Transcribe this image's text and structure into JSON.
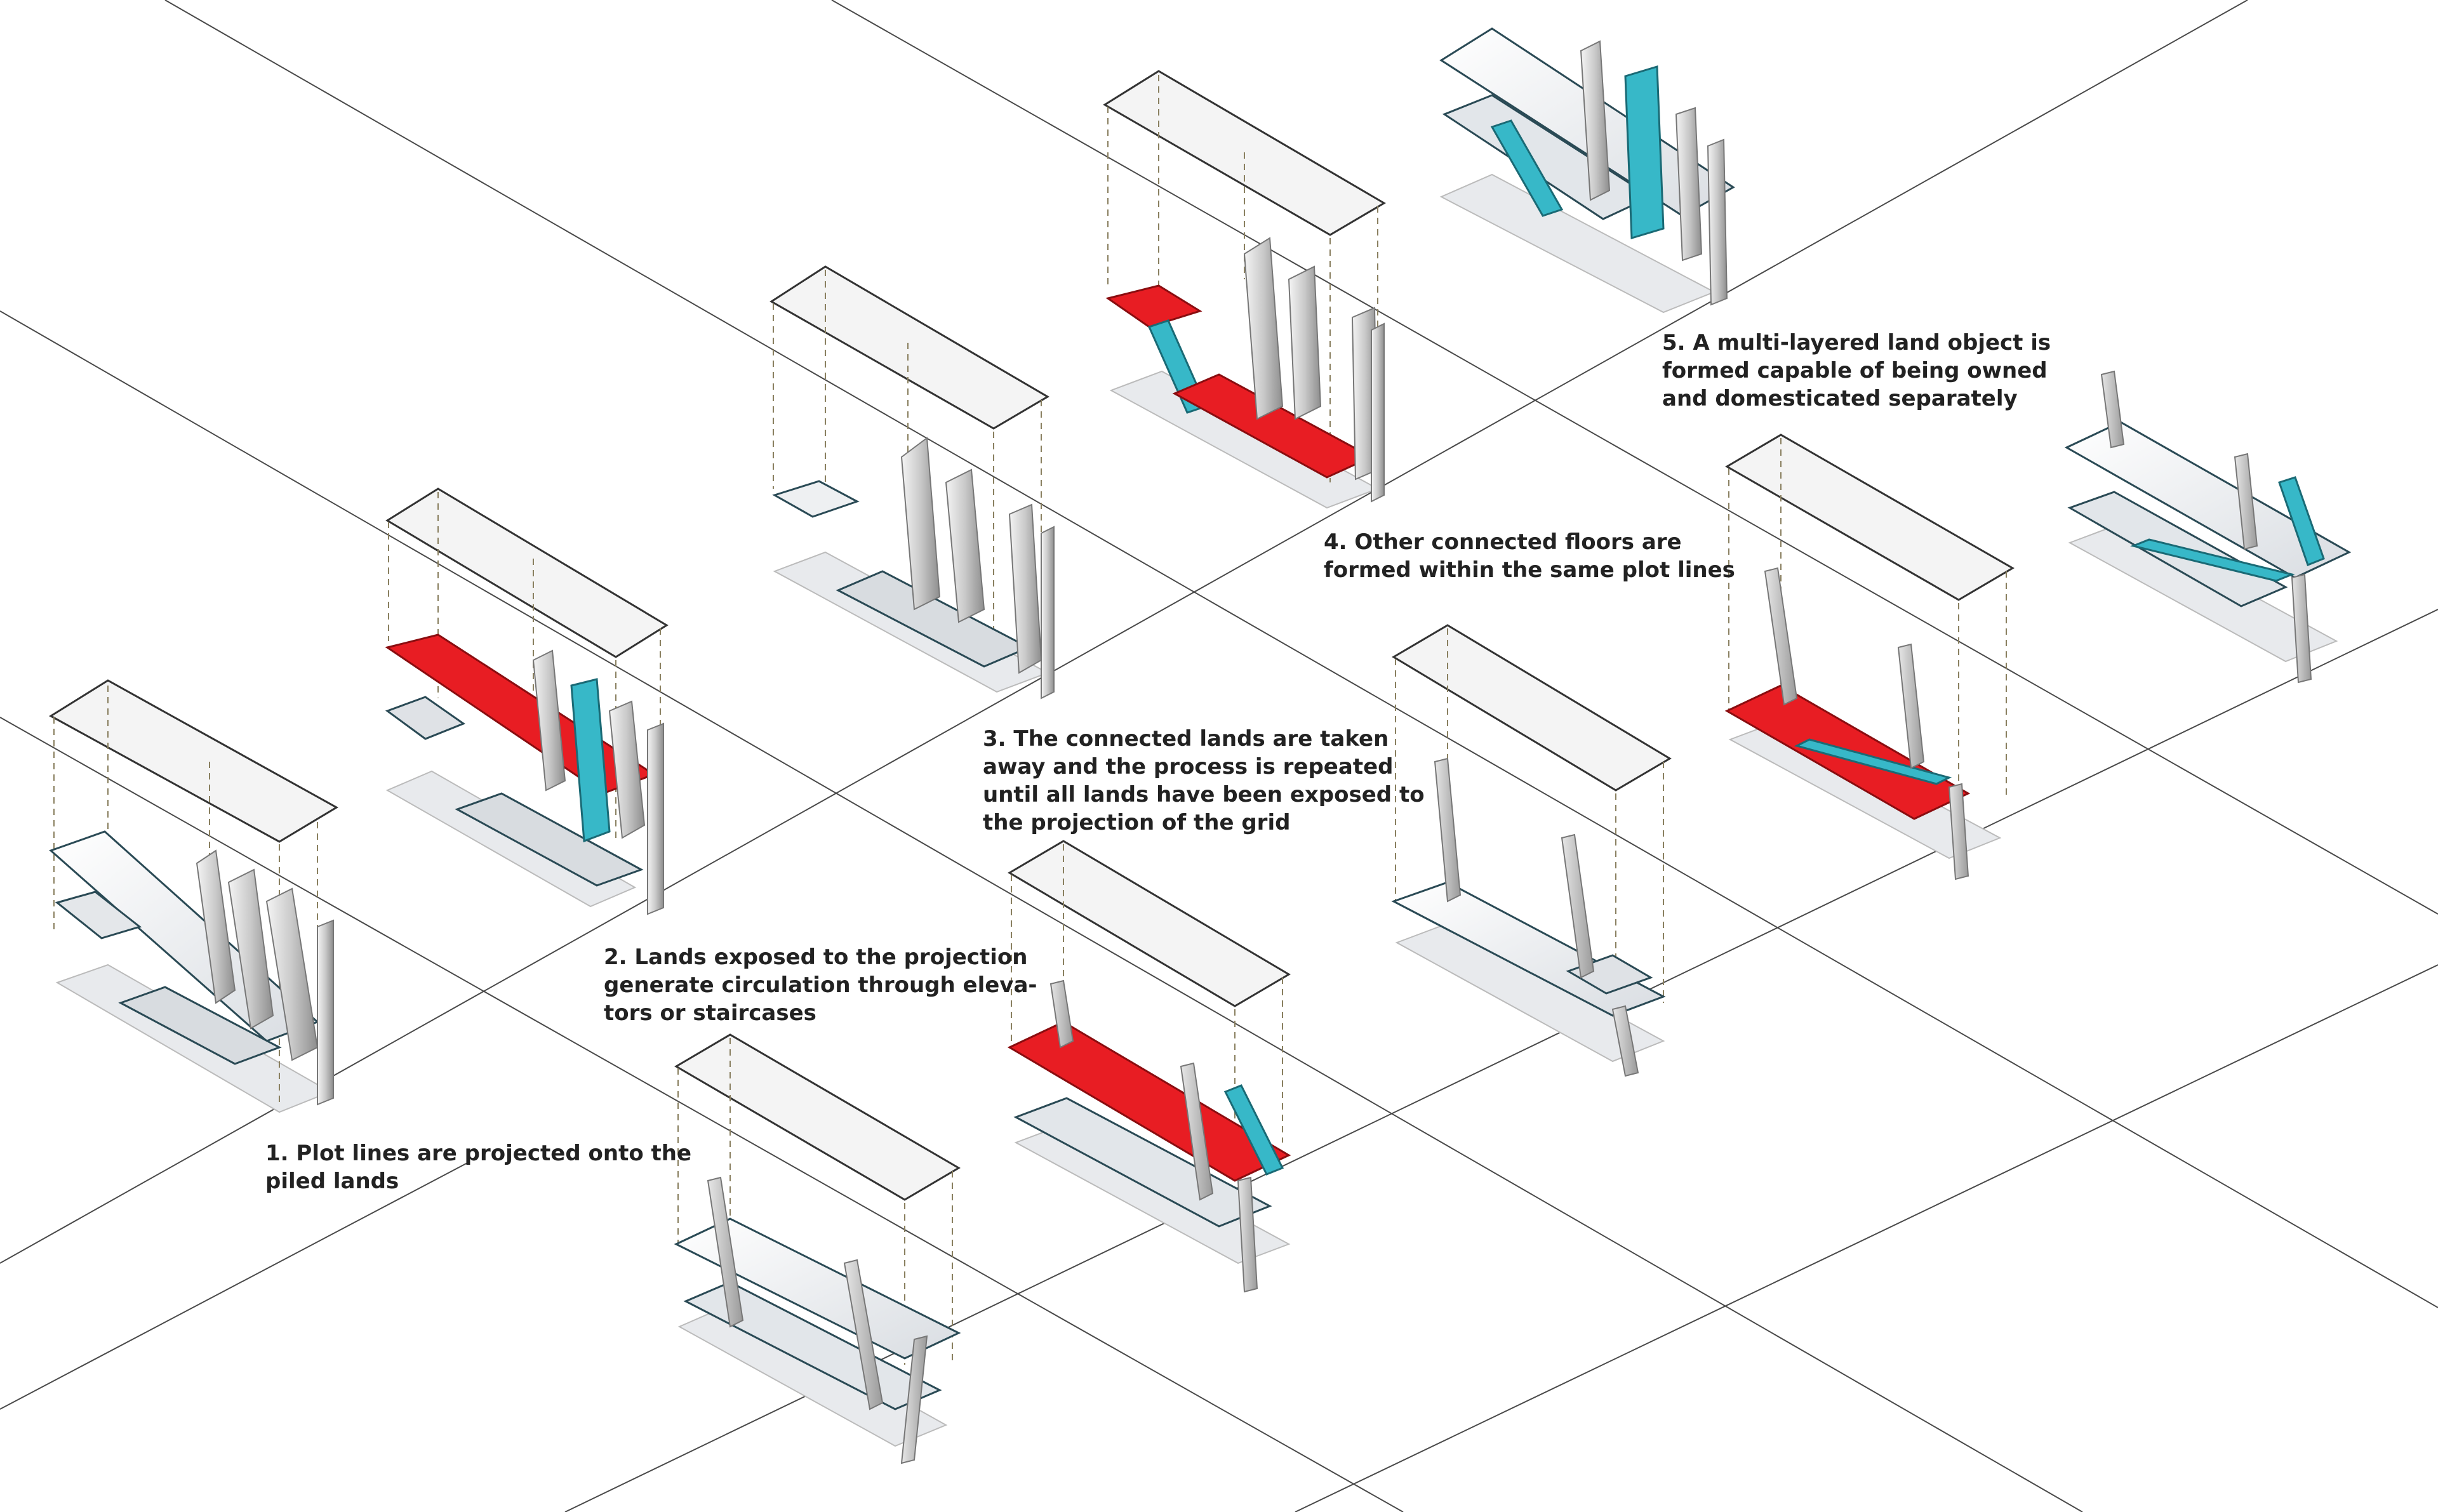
{
  "steps": [
    {
      "text": "1. Plot lines are projected onto the\npiled lands"
    },
    {
      "text": "2. Lands exposed to the projection\ngenerate circulation through eleva-\ntors or staircases"
    },
    {
      "text": "3. The connected lands are taken\naway and the process is repeated\nuntil all lands have been exposed to\nthe projection of the grid"
    },
    {
      "text": "4. Other connected floors are\nformed within the same plot lines"
    },
    {
      "text": "5. A multi-layered land object is\nformed capable of being owned\nand domesticated separately"
    }
  ],
  "colors": {
    "background": "#ffffff",
    "grid_line": "#4a4a4a",
    "land_face": "#eef0f2",
    "land_edge": "#333333",
    "projection_line": "#8a8060",
    "highlight_red": "#e81d23",
    "circulation_cyan": "#37b8c8",
    "wall_grey": "#bfbfbf"
  }
}
